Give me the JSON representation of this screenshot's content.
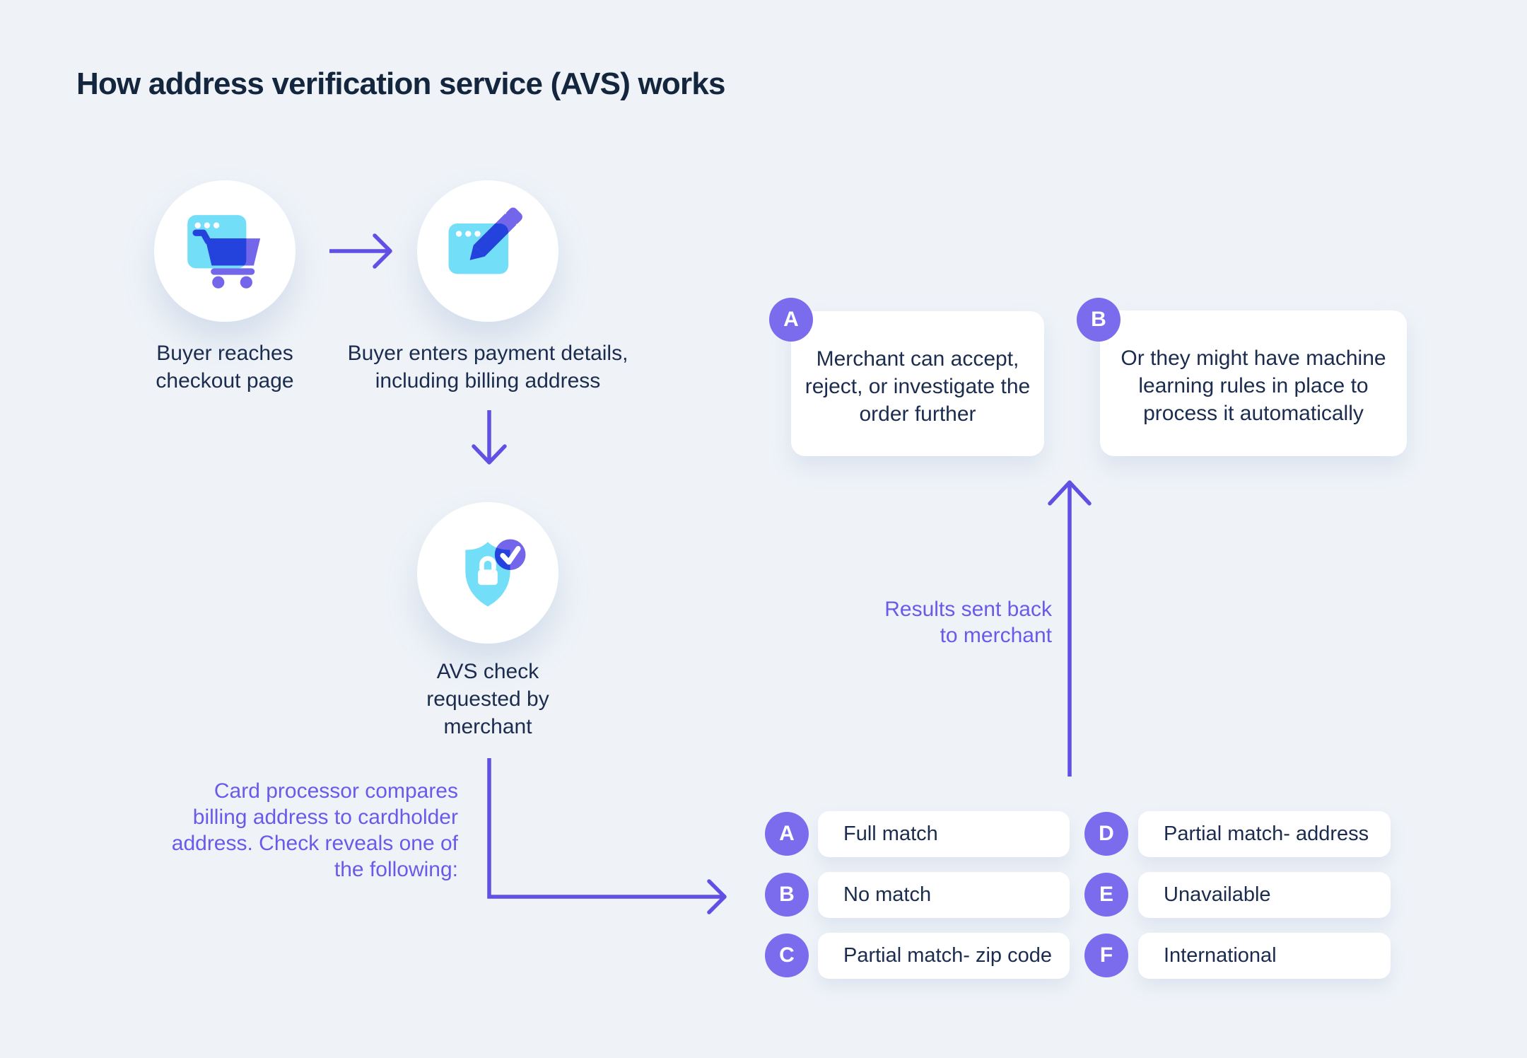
{
  "title": "How address verification service (AVS) works",
  "steps": {
    "checkout": {
      "label": "Buyer reaches checkout page",
      "icon": "cart-browser-icon"
    },
    "payment": {
      "label": "Buyer enters payment details, including billing address",
      "icon": "pencil-browser-icon"
    },
    "avs": {
      "label": "AVS check requested by merchant",
      "icon": "shield-check-icon"
    }
  },
  "notes": {
    "processor": "Card processor compares billing address to cardholder address. Check reveals one of the following:",
    "results_back": "Results sent back to merchant"
  },
  "outcomes": [
    {
      "key": "A",
      "text": "Merchant can accept, reject, or investigate the order further"
    },
    {
      "key": "B",
      "text": "Or they might have machine learning rules in place to process it automatically"
    }
  ],
  "results": [
    {
      "key": "A",
      "label": "Full match"
    },
    {
      "key": "B",
      "label": "No match"
    },
    {
      "key": "C",
      "label": "Partial match- zip code"
    },
    {
      "key": "D",
      "label": "Partial match- address"
    },
    {
      "key": "E",
      "label": "Unavailable"
    },
    {
      "key": "F",
      "label": "International"
    }
  ],
  "colors": {
    "background": "#EFF3F8",
    "navy_text": "#1B2C4E",
    "accent_line_purple": "#6050E4",
    "purple_text": "#6A5AEA",
    "badge_purple": "#7B6CEE",
    "icon_cyan": "#72DEF8",
    "icon_blue": "#2443DC",
    "icon_purple": "#7466EB"
  }
}
